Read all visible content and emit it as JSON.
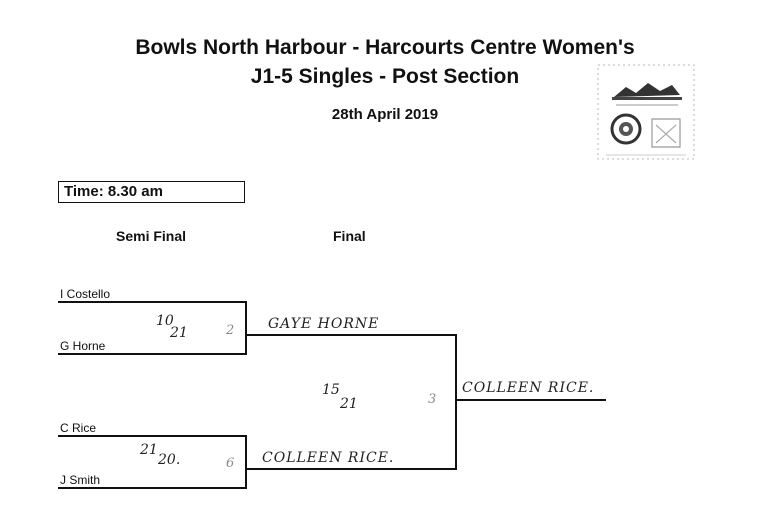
{
  "header": {
    "title_line1": "Bowls North Harbour - Harcourts Centre Women's",
    "title_line2": "J1-5 Singles - Post Section",
    "date": "28th April 2019"
  },
  "time_label": "Time: 8.30 am",
  "rounds": {
    "semi_final": "Semi Final",
    "final": "Final"
  },
  "semi_final_1": {
    "player_top": "I Costello",
    "player_bottom": "G Horne",
    "score_top": "10",
    "score_bottom": "21",
    "rink": "2",
    "winner": "GAYE HORNE"
  },
  "semi_final_2": {
    "player_top": "C Rice",
    "player_bottom": "J Smith",
    "score_top": "21",
    "score_bottom": "20.",
    "rink": "6",
    "winner": "COLLEEN RICE."
  },
  "final": {
    "score_top": "15",
    "score_bottom": "21",
    "rink": "3",
    "winner": "COLLEEN RICE."
  },
  "logo": {
    "icon": "club-logo-icon"
  }
}
